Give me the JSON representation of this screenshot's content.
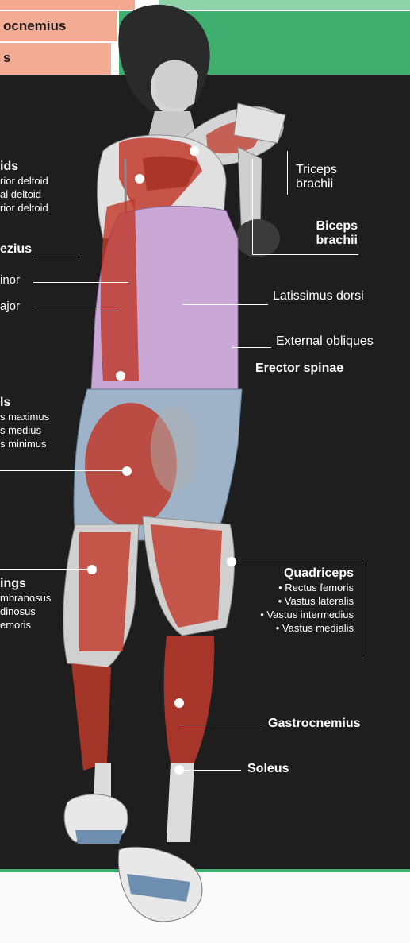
{
  "legend": {
    "gastrocnemius_label": "ocnemius",
    "third_label": "s"
  },
  "labels": {
    "deltoids": {
      "title": "ids",
      "items": [
        "rior deltoid",
        "al deltoid",
        "rior deltoid"
      ]
    },
    "trapezius": "ezius",
    "rhomboid_minor": "inor",
    "rhomboid_major": "ajor",
    "gluteals": {
      "title": "ls",
      "items": [
        "s maximus",
        "s medius",
        "s minimus"
      ]
    },
    "hamstrings": {
      "title": "ings",
      "items": [
        "mbranosus",
        "dinosus",
        "emoris"
      ]
    },
    "triceps": [
      "Triceps",
      "brachii"
    ],
    "biceps": [
      "Biceps",
      "brachii"
    ],
    "latissimus": "Latissimus dorsi",
    "external_obliques": "External obliques",
    "erector_spinae": "Erector spinae",
    "quadriceps": {
      "title": "Quadriceps",
      "items": [
        "• Rectus femoris",
        "• Vastus lateralis",
        "• Vastus intermedius",
        "• Vastus medialis"
      ]
    },
    "gastrocnemius": "Gastrocnemius",
    "soleus": "Soleus"
  },
  "colors": {
    "panel": "#1f1e1f",
    "salmon": "#f4ab93",
    "green": "#3fae6e",
    "muscle": "#c0392b",
    "skin": "#d9d9d9",
    "shirt": "#c9a8d6",
    "shorts": "#9eb2c8"
  }
}
